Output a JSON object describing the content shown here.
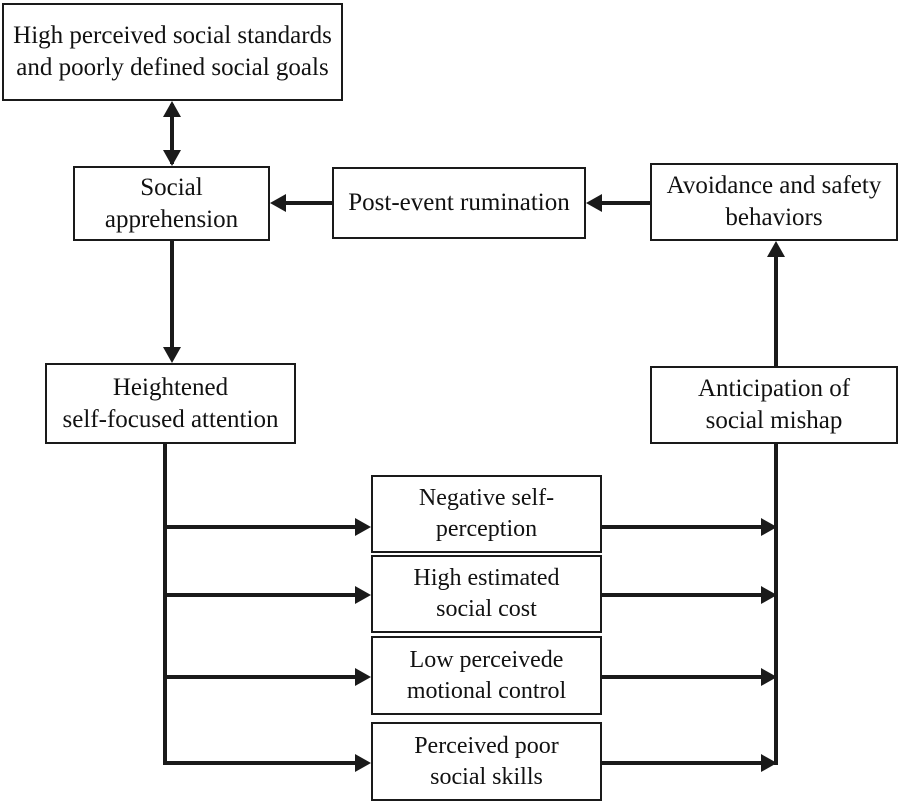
{
  "diagram": {
    "type": "flowchart",
    "nodes": [
      {
        "id": "standards",
        "label": "High perceived social standards\nand poorly defined social goals"
      },
      {
        "id": "apprehension",
        "label": "Social\napprehension"
      },
      {
        "id": "rumination",
        "label": "Post-event rumination"
      },
      {
        "id": "avoidance",
        "label": "Avoidance and safety\nbehaviors"
      },
      {
        "id": "attention",
        "label": "Heightened\nself-focused attention"
      },
      {
        "id": "anticipation",
        "label": "Anticipation of\nsocial mishap"
      },
      {
        "id": "negself",
        "label": "Negative self-\nperception"
      },
      {
        "id": "socialcost",
        "label": "High estimated\nsocial cost"
      },
      {
        "id": "emotctrl",
        "label": "Low perceivede\nmotional control"
      },
      {
        "id": "socialskills",
        "label": "Perceived poor\nsocial skills"
      }
    ],
    "edges": [
      {
        "from": "apprehension",
        "to": "standards",
        "style": "double-headed-vertical"
      },
      {
        "from": "rumination",
        "to": "apprehension",
        "style": "arrow-left"
      },
      {
        "from": "avoidance",
        "to": "rumination",
        "style": "arrow-left"
      },
      {
        "from": "apprehension",
        "to": "attention",
        "style": "arrow-down"
      },
      {
        "from": "attention",
        "to": "negself",
        "style": "arrow-right"
      },
      {
        "from": "attention",
        "to": "socialcost",
        "style": "arrow-right"
      },
      {
        "from": "attention",
        "to": "emotctrl",
        "style": "arrow-right"
      },
      {
        "from": "attention",
        "to": "socialskills",
        "style": "arrow-right"
      },
      {
        "from": "negself",
        "to": "anticipation",
        "style": "arrow-right-merge"
      },
      {
        "from": "socialcost",
        "to": "anticipation",
        "style": "arrow-right-merge"
      },
      {
        "from": "emotctrl",
        "to": "anticipation",
        "style": "arrow-right-merge"
      },
      {
        "from": "socialskills",
        "to": "anticipation",
        "style": "arrow-right-merge"
      },
      {
        "from": "anticipation",
        "to": "avoidance",
        "style": "arrow-up"
      }
    ],
    "colors": {
      "stroke": "#1a1a1a",
      "fill": "#ffffff",
      "text": "#111111"
    }
  }
}
